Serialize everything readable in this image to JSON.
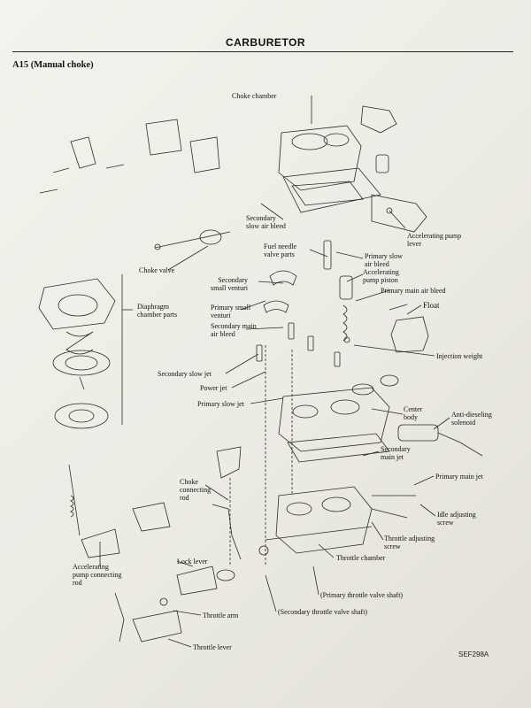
{
  "header": {
    "title": "CARBURETOR"
  },
  "section": {
    "title": "A15 (Manual choke)"
  },
  "figure_code": "SEF298A",
  "labels": {
    "choke_chamber": "Choke chamber",
    "secondary_slow_air_bleed": [
      "Secondary",
      "slow air bleed"
    ],
    "accelerating_pump_lever": [
      "Accelerating pump",
      "lever"
    ],
    "fuel_needle_valve_parts": [
      "Fuel needle",
      "valve parts"
    ],
    "primary_slow_air_bleed": [
      "Primary slow",
      "air bleed"
    ],
    "accelerating_pump_piston": [
      "Accelerating",
      "pump piston"
    ],
    "choke_valve": "Choke valve",
    "secondary_small_venturi": [
      "Secondary",
      "small venturi"
    ],
    "primary_main_air_bleed": "Primary main air bleed",
    "diaphragm_chamber_parts": [
      "Diaphragm",
      "chamber parts"
    ],
    "primary_small_venturi": [
      "Primary small",
      "venturi"
    ],
    "float": "Float",
    "secondary_main_air_bleed": [
      "Secondary main",
      "air bleed"
    ],
    "injection_weight": "Injection weight",
    "secondary_slow_jet": "Secondary slow jet",
    "power_jet": "Power jet",
    "primary_slow_jet": "Primary slow jet",
    "center_body": [
      "Center",
      "body"
    ],
    "anti_dieseling_solenoid": [
      "Anti-dieseling",
      "solenoid"
    ],
    "secondary_main_jet": [
      "Secondary",
      "main jet"
    ],
    "choke_connecting_rod": [
      "Choke",
      "connecting",
      "rod"
    ],
    "primary_main_jet": "Primary main jet",
    "idle_adjusting_screw": [
      "Idle adjusting",
      "screw"
    ],
    "throttle_adjusting_screw": [
      "Throttle adjusting",
      "screw"
    ],
    "throttle_chamber": "Throttle chamber",
    "accelerating_pump_connecting_rod": [
      "Accelerating",
      "pump connecting",
      "rod"
    ],
    "lock_lever": "Lock lever",
    "primary_throttle_valve_shaft": "(Primary throttle valve shaft)",
    "throttle_arm": "Throttle arm",
    "secondary_throttle_valve_shaft": "(Secondary throttle valve shaft)",
    "throttle_lever": "Throttle lever"
  }
}
